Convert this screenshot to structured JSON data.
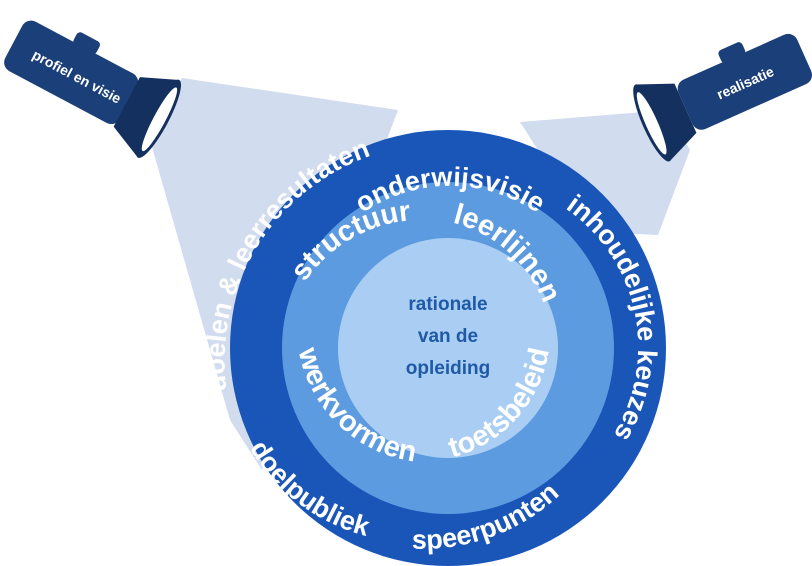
{
  "colors": {
    "outer_ring": "#1a56b8",
    "inner_ring": "#5d9be0",
    "center_disc": "#a9cdf3",
    "center_text": "#1f5aa6",
    "beam": "#c9d6ec",
    "flashlight_body": "#1b3f78",
    "flashlight_dark": "#13305e",
    "text_light": "#ffffff"
  },
  "flashlights": {
    "left_label": "profiel en visie",
    "right_label": "realisatie"
  },
  "outer_ring": {
    "items": [
      "onderwijsvisie",
      "inhoudelijke keuzes",
      "speerpunten",
      "doelpubliek",
      "doelen & leerresultaten"
    ]
  },
  "inner_ring": {
    "items": [
      "structuur",
      "leerlijnen",
      "toetsbeleid",
      "werkvormen"
    ]
  },
  "center": {
    "lines": [
      "rationale",
      "van de",
      "opleiding"
    ]
  }
}
